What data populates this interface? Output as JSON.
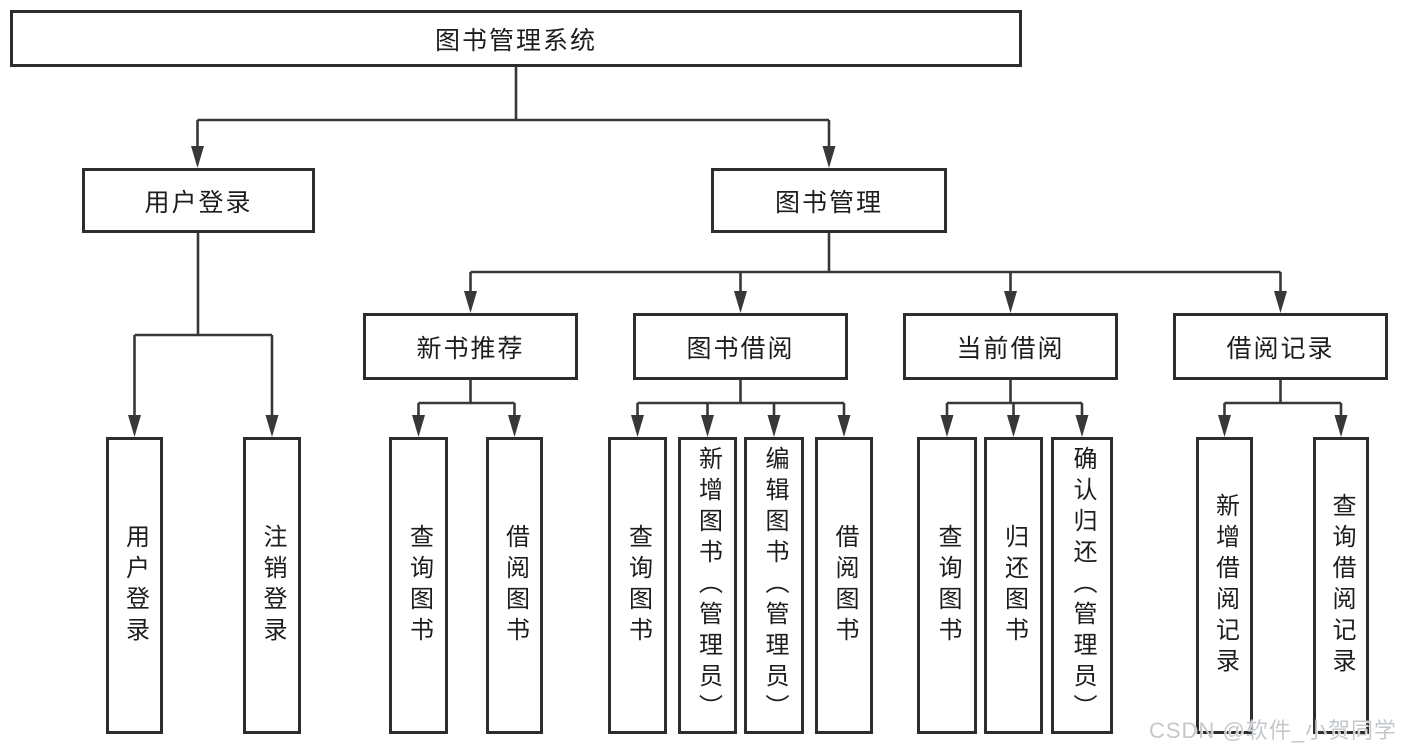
{
  "tree": {
    "label": "图书管理系统",
    "children": [
      {
        "label": "用户登录",
        "children": [
          {
            "label": "用户登录"
          },
          {
            "label": "注销登录"
          }
        ]
      },
      {
        "label": "图书管理",
        "children": [
          {
            "label": "新书推荐",
            "children": [
              {
                "label": "查询图书"
              },
              {
                "label": "借阅图书"
              }
            ]
          },
          {
            "label": "图书借阅",
            "children": [
              {
                "label": "查询图书"
              },
              {
                "label": "新增图书（管理员）"
              },
              {
                "label": "编辑图书（管理员）"
              },
              {
                "label": "借阅图书"
              }
            ]
          },
          {
            "label": "当前借阅",
            "children": [
              {
                "label": "查询图书"
              },
              {
                "label": "归还图书"
              },
              {
                "label": "确认归还（管理员）"
              }
            ]
          },
          {
            "label": "借阅记录",
            "children": [
              {
                "label": "新增借阅记录"
              },
              {
                "label": "查询借阅记录"
              }
            ]
          }
        ]
      }
    ]
  },
  "watermark": {
    "text": "CSDN @软件_小贺同学"
  },
  "colors": {
    "line": "#383838",
    "box_border": "#2d2d2d",
    "text": "#1d1d1d",
    "background": "#ffffff",
    "watermark_text": "#c4c8cc"
  }
}
